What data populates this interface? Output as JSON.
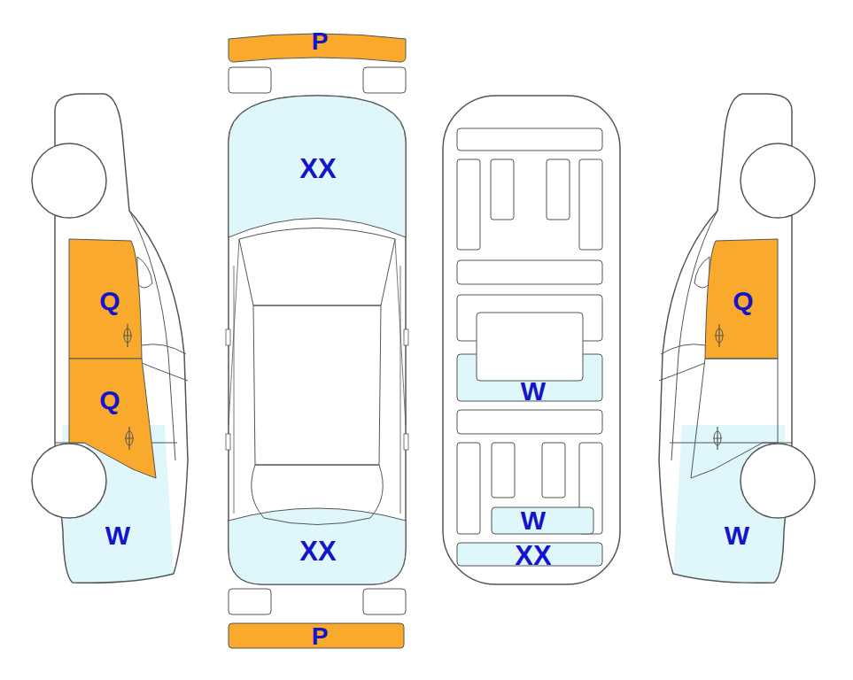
{
  "diagram": {
    "labels": [
      "P",
      "XX",
      "Q",
      "Q",
      "W",
      "Q",
      "W",
      "W",
      "W",
      "XX",
      "XX",
      "P"
    ]
  }
}
